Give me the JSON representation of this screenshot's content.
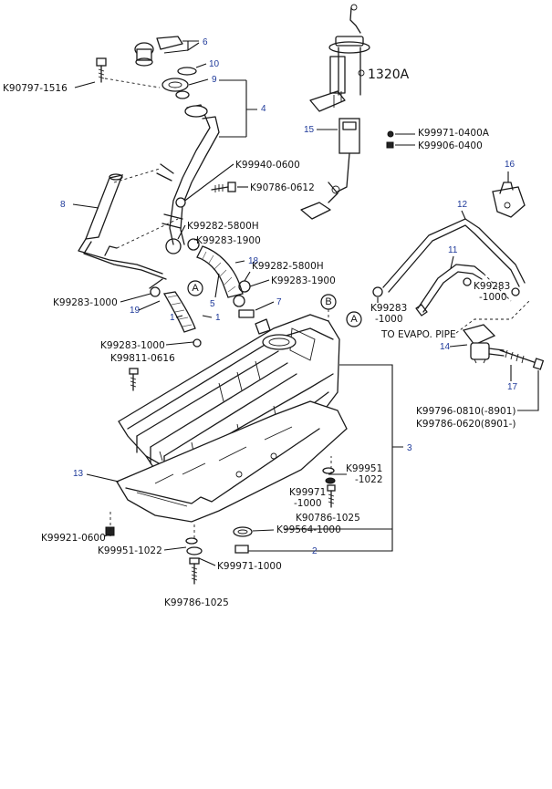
{
  "part_codes": {
    "k90797_1516": "K90797-1516",
    "k99940_0600": "K99940-0600",
    "k90786_0612": "K90786-0612",
    "k99282_5800h_a": "K99282-5800H",
    "k99283_1900_a": "K99283-1900",
    "k99282_5800h_b": "K99282-5800H",
    "k99283_1900_b": "K99283-1900",
    "k99283_1000_a": "K99283-1000",
    "k99283_1000_b": "K99283-1000",
    "k99811_0616": "K99811-0616",
    "k99971_0400a": "K99971-0400A",
    "k99906_0400": "K99906-0400",
    "k99283_r1": "K99283",
    "k99283_r1b": "-1000",
    "k99283_r2": "K99283",
    "k99283_r2b": "-1000",
    "k99796_0810": "K99796-0810(-8901)",
    "k99786_0620": "K99786-0620(8901-)",
    "k99951_1022_a": "K99951",
    "k99951_1022_a2": "-1022",
    "k99971_1000_a": "K99971",
    "k99971_1000_a2": "-1000",
    "k90786_1025": "K90786-1025",
    "k99564_1000": "K99564-1000",
    "k99921_0600": "K99921-0600",
    "k99951_1022_b": "K99951-1022",
    "k99971_1000_b": "K99971-1000",
    "k99786_1025": "K99786-1025",
    "code_1320a": "1320A",
    "evapo": "TO EVAPO. PIPE"
  },
  "callouts": {
    "n1a": "1",
    "n1b": "1",
    "n2": "2",
    "n3": "3",
    "n4": "4",
    "n5": "5",
    "n6": "6",
    "n7": "7",
    "n8": "8",
    "n9": "9",
    "n10": "10",
    "n11": "11",
    "n12": "12",
    "n13": "13",
    "n14": "14",
    "n15": "15",
    "n16": "16",
    "n17": "17",
    "n18": "18",
    "n19": "19"
  },
  "markers": {
    "a1": "A",
    "a2": "A",
    "b": "B"
  }
}
